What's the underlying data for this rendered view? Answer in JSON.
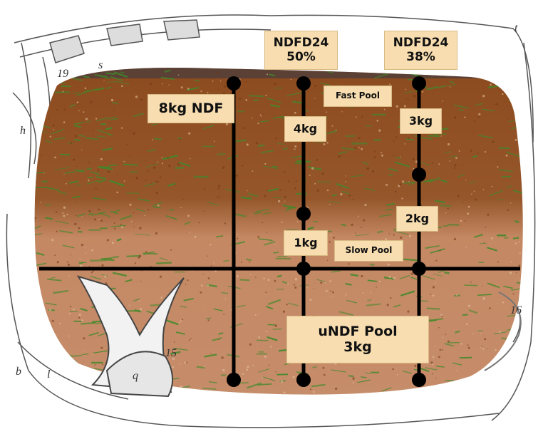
{
  "diagram": {
    "ndfd_left": {
      "line1": "NDFD24",
      "line2": "50%"
    },
    "ndfd_right": {
      "line1": "NDFD24",
      "line2": "38%"
    },
    "total_ndf": "8kg NDF",
    "fast_pool": "Fast Pool",
    "slow_pool": "Slow Pool",
    "left_fast_amount": "4kg",
    "left_slow_amount": "1kg",
    "right_fast_amount": "3kg",
    "right_slow_amount": "2kg",
    "undf_pool": {
      "line1": "uNDF Pool",
      "line2": "3kg"
    }
  },
  "colors": {
    "rumen_fast_layer": "#8a4a1f",
    "rumen_slow_layer": "#c98f6b",
    "fiber_green": "#3f8a2a",
    "lines": "#000000",
    "label_fill": "#f7ddb0"
  },
  "illustration": {
    "anatomy_marks": [
      "19",
      "s",
      "h",
      "b",
      "l",
      "q",
      "15",
      "16",
      "t"
    ]
  }
}
